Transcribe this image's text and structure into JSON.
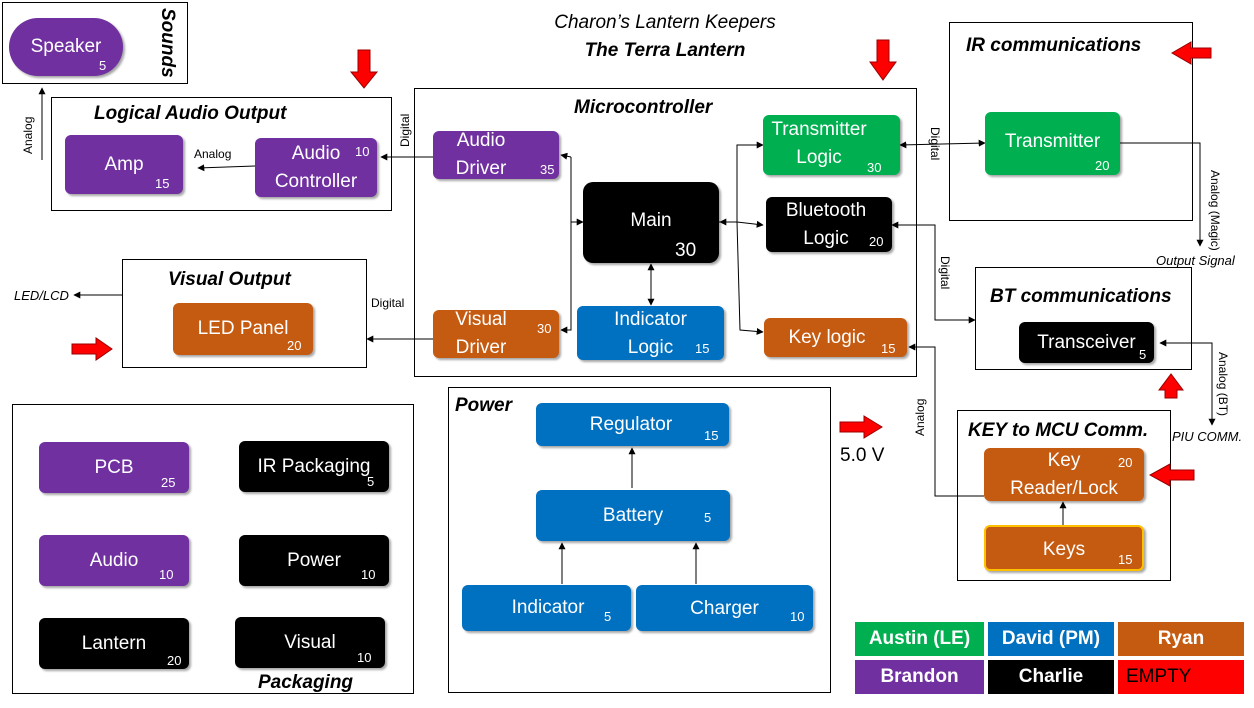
{
  "header": {
    "team": "Charon’s Lantern Keepers",
    "project": "The Terra Lantern"
  },
  "frames": {
    "sounds": "Sounds",
    "logical_audio": "Logical Audio Output",
    "microcontroller": "Microcontroller",
    "visual_output": "Visual Output",
    "ir": "IR communications",
    "bt": "BT communications",
    "power": "Power",
    "key_mcu": "KEY to MCU Comm.",
    "packaging": "Packaging"
  },
  "blocks": {
    "speaker": {
      "label": "Speaker",
      "num": "5"
    },
    "amp": {
      "label": "Amp",
      "num": "15"
    },
    "audio_controller": {
      "label1": "Audio",
      "label2": "Controller",
      "num": "10"
    },
    "audio_driver": {
      "label1": "Audio",
      "label2": "Driver",
      "num": "35"
    },
    "main": {
      "label": "Main",
      "num": "30"
    },
    "transmitter_logic": {
      "label1": "Transmitter",
      "label2": "Logic",
      "num": "30"
    },
    "bluetooth_logic": {
      "label1": "Bluetooth",
      "label2": "Logic",
      "num": "20"
    },
    "visual_driver": {
      "label1": "Visual",
      "label2": "Driver",
      "num": "30"
    },
    "indicator_logic": {
      "label1": "Indicator",
      "label2": "Logic",
      "num": "15"
    },
    "key_logic": {
      "label": "Key logic",
      "num": "15"
    },
    "led_panel": {
      "label": "LED Panel",
      "num": "20"
    },
    "transmitter": {
      "label": "Transmitter",
      "num": "20"
    },
    "transceiver": {
      "label": "Transceiver",
      "num": "5"
    },
    "regulator": {
      "label": "Regulator",
      "num": "15"
    },
    "battery": {
      "label": "Battery",
      "num": "5"
    },
    "indicator": {
      "label": "Indicator",
      "num": "5"
    },
    "charger": {
      "label": "Charger",
      "num": "10"
    },
    "key_reader": {
      "label1": "Key",
      "label2": "Reader/Lock",
      "num": "20"
    },
    "keys": {
      "label": "Keys",
      "num": "15"
    },
    "pcb": {
      "label": "PCB",
      "num": "25"
    },
    "ir_packaging": {
      "label": "IR Packaging",
      "num": "5"
    },
    "audio_pkg": {
      "label": "Audio",
      "num": "10"
    },
    "power_pkg": {
      "label": "Power",
      "num": "10"
    },
    "lantern_pkg": {
      "label": "Lantern",
      "num": "20"
    },
    "visual_pkg": {
      "label": "Visual",
      "num": "10"
    }
  },
  "labels": {
    "analog_speaker": "Analog",
    "analog_amp": "Analog",
    "digital_audio": "Digital",
    "digital_ir": "Digital",
    "digital_visual": "Digital",
    "led_lcd": "LED/LCD",
    "analog_magic": "Analog (Magic)",
    "output_signal": "Output Signal",
    "digital_bt": "Digital",
    "analog_bt": "Analog (BT)",
    "piu_comm": "PIU COMM.",
    "analog_key": "Analog",
    "voltage": "5.0 V"
  },
  "legend": [
    {
      "name": "Austin (LE)",
      "color": "#00b050"
    },
    {
      "name": "David (PM)",
      "color": "#0070c0"
    },
    {
      "name": "Ryan",
      "color": "#c55a11"
    },
    {
      "name": "Brandon",
      "color": "#7030a0"
    },
    {
      "name": "Charlie",
      "color": "#000000"
    },
    {
      "name": "EMPTY",
      "color": "#ff0000"
    }
  ],
  "colors": {
    "purple": "#7030a0",
    "orange": "#c55a11",
    "green": "#00b050",
    "blue": "#0070c0",
    "black": "#000000",
    "red_arrow": "#ff0000"
  }
}
